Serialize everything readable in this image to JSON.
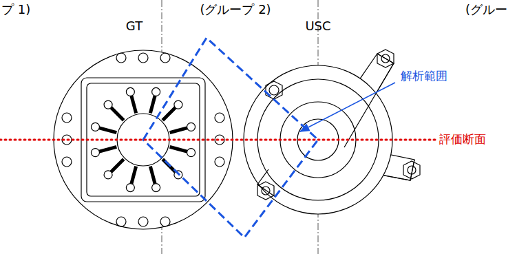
{
  "diagram": {
    "labels": [
      "プ 1)",
      "(グループ 2)",
      "(グルー",
      "GT",
      "USC",
      "解析範囲",
      "評価断面"
    ]
  }
}
